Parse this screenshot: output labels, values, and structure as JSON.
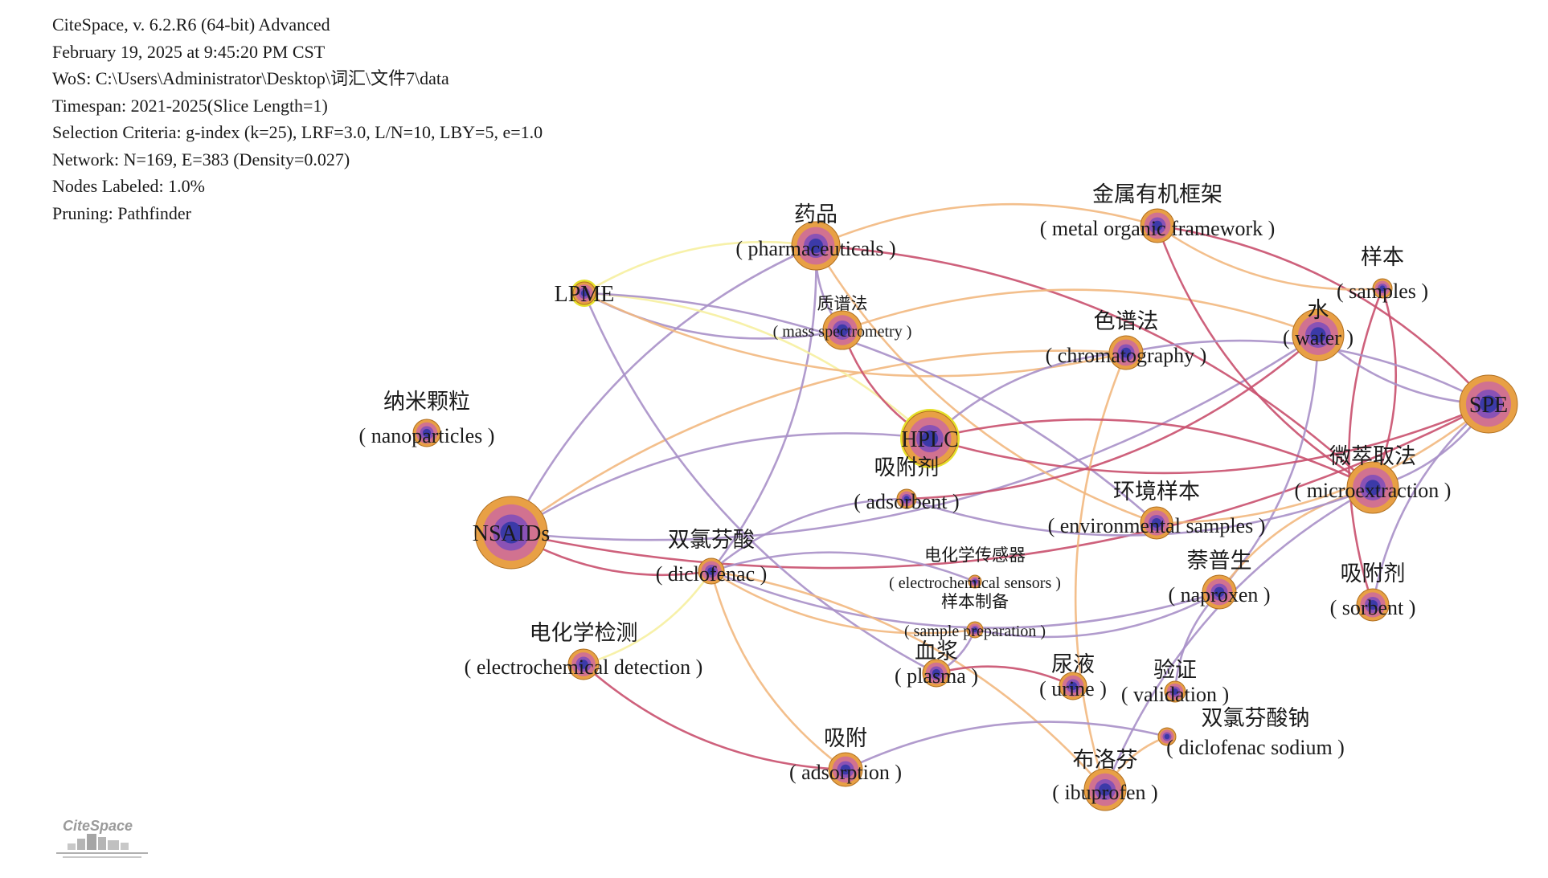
{
  "info": {
    "lines": [
      "CiteSpace, v. 6.2.R6 (64-bit) Advanced",
      "February 19, 2025 at 9:45:20 PM CST",
      "WoS: C:\\Users\\Administrator\\Desktop\\词汇\\文件7\\data",
      "Timespan: 2021-2025(Slice Length=1)",
      "Selection Criteria: g-index (k=25), LRF=3.0, L/N=10, LBY=5, e=1.0",
      "Network: N=169, E=383 (Density=0.027)",
      "Nodes Labeled: 1.0%",
      "Pruning: Pathfinder"
    ]
  },
  "logo": {
    "text": "CiteSpace"
  },
  "colors": {
    "ring_outer": "#e8a045",
    "ring_mid": "#d17290",
    "ring_inner": "#8a52b5",
    "ring_core": "#3b3aa8",
    "burst": "#e6e02a",
    "edge_red": "#c9506e",
    "edge_purple": "#a890c8",
    "edge_orange": "#f2b880",
    "edge_yellow": "#f6f0a0"
  },
  "network": {
    "nodes": [
      {
        "id": "pharm",
        "zh": "药品",
        "en": "( pharmaceuticals )"
      },
      {
        "id": "mof",
        "zh": "金属有机框架",
        "en": "( metal organic framework )"
      },
      {
        "id": "samples",
        "zh": "样本",
        "en": "( samples )"
      },
      {
        "id": "lpme",
        "label": "LPME",
        "burst": true
      },
      {
        "id": "ms",
        "zh": "质谱法",
        "en": "( mass spectrometry )"
      },
      {
        "id": "chrom",
        "zh": "色谱法",
        "en": "( chromatography )"
      },
      {
        "id": "water",
        "zh": "水",
        "en": "( water )"
      },
      {
        "id": "spe",
        "label": "SPE"
      },
      {
        "id": "nano",
        "zh": "纳米颗粒",
        "en": "( nanoparticles )"
      },
      {
        "id": "hplc",
        "label": "HPLC",
        "burst": true
      },
      {
        "id": "micro",
        "zh": "微萃取法",
        "en": "( microextraction )"
      },
      {
        "id": "adsorbent",
        "zh": "吸附剂",
        "en": "( adsorbent )"
      },
      {
        "id": "env",
        "zh": "环境样本",
        "en": "( environmental samples )"
      },
      {
        "id": "nsaids",
        "label": "NSAIDs"
      },
      {
        "id": "diclo",
        "zh": "双氯芬酸",
        "en": "( diclofenac )"
      },
      {
        "id": "ecsens",
        "zh": "电化学传感器",
        "en": "( electrochemical sensors )"
      },
      {
        "id": "naprox",
        "zh": "萘普生",
        "en": "( naproxen )"
      },
      {
        "id": "sorbent",
        "zh": "吸附剂",
        "en": "( sorbent )"
      },
      {
        "id": "prep",
        "zh": "样本制备",
        "en": "( sample preparation )"
      },
      {
        "id": "ecdet",
        "zh": "电化学检测",
        "en": "( electrochemical detection )"
      },
      {
        "id": "plasma",
        "zh": "血浆",
        "en": "( plasma )"
      },
      {
        "id": "urine",
        "zh": "尿液",
        "en": "( urine )"
      },
      {
        "id": "valid",
        "zh": "验证",
        "en": "( validation )"
      },
      {
        "id": "dsod",
        "zh": "双氯芬酸钠",
        "en": "( diclofenac sodium )"
      },
      {
        "id": "adsorp",
        "zh": "吸附",
        "en": "( adsorption )"
      },
      {
        "id": "ibu",
        "zh": "布洛芬",
        "en": "( ibuprofen )"
      }
    ],
    "edges": [
      [
        "nsaids",
        "hplc",
        "purple"
      ],
      [
        "nsaids",
        "spe",
        "red"
      ],
      [
        "nsaids",
        "pharm",
        "purple"
      ],
      [
        "nsaids",
        "diclo",
        "red"
      ],
      [
        "nsaids",
        "chrom",
        "orange"
      ],
      [
        "nsaids",
        "water",
        "purple"
      ],
      [
        "pharm",
        "mof",
        "orange"
      ],
      [
        "pharm",
        "ms",
        "purple"
      ],
      [
        "pharm",
        "micro",
        "red"
      ],
      [
        "pharm",
        "env",
        "orange"
      ],
      [
        "pharm",
        "diclo",
        "purple"
      ],
      [
        "lpme",
        "ms",
        "purple"
      ],
      [
        "lpme",
        "hplc",
        "yellow"
      ],
      [
        "lpme",
        "chrom",
        "orange"
      ],
      [
        "lpme",
        "env",
        "purple"
      ],
      [
        "lpme",
        "plasma",
        "purple"
      ],
      [
        "lpme",
        "pharm",
        "yellow"
      ],
      [
        "ms",
        "hplc",
        "red"
      ],
      [
        "ms",
        "water",
        "orange"
      ],
      [
        "mof",
        "micro",
        "red"
      ],
      [
        "mof",
        "spe",
        "red"
      ],
      [
        "mof",
        "samples",
        "orange"
      ],
      [
        "samples",
        "micro",
        "red"
      ],
      [
        "samples",
        "sorbent",
        "red"
      ],
      [
        "water",
        "adsorbent",
        "red"
      ],
      [
        "water",
        "spe",
        "purple"
      ],
      [
        "water",
        "naprox",
        "purple"
      ],
      [
        "chrom",
        "hplc",
        "purple"
      ],
      [
        "chrom",
        "spe",
        "purple"
      ],
      [
        "chrom",
        "ibu",
        "orange"
      ],
      [
        "hplc",
        "micro",
        "red"
      ],
      [
        "hplc",
        "spe",
        "red"
      ],
      [
        "spe",
        "micro",
        "purple"
      ],
      [
        "spe",
        "sorbent",
        "purple"
      ],
      [
        "spe",
        "env",
        "orange"
      ],
      [
        "micro",
        "naprox",
        "orange"
      ],
      [
        "micro",
        "adsorbent",
        "purple"
      ],
      [
        "micro",
        "ibu",
        "purple"
      ],
      [
        "diclo",
        "adsorbent",
        "purple"
      ],
      [
        "diclo",
        "naprox",
        "purple"
      ],
      [
        "diclo",
        "ecdet",
        "yellow"
      ],
      [
        "diclo",
        "adsorp",
        "orange"
      ],
      [
        "diclo",
        "ibu",
        "orange"
      ],
      [
        "diclo",
        "prep",
        "orange"
      ],
      [
        "diclo",
        "ecsens",
        "purple"
      ],
      [
        "ecdet",
        "adsorp",
        "red"
      ],
      [
        "plasma",
        "urine",
        "red"
      ],
      [
        "plasma",
        "prep",
        "purple"
      ],
      [
        "naprox",
        "prep",
        "purple"
      ],
      [
        "naprox",
        "valid",
        "purple"
      ],
      [
        "adsorp",
        "dsod",
        "purple"
      ],
      [
        "dsod",
        "ibu",
        "orange"
      ]
    ]
  }
}
